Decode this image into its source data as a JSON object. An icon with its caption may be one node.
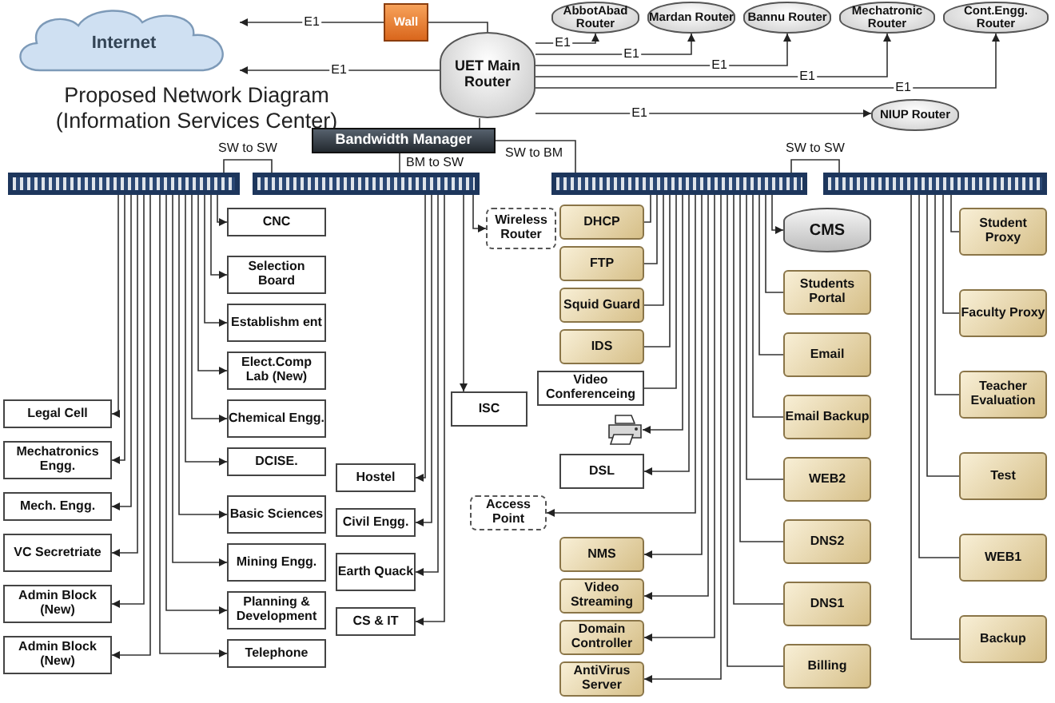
{
  "diagram": {
    "title": "Proposed Network Diagram (Information Services Center)",
    "nodes": [
      {
        "text": [
          "Internet"
        ]
      },
      {
        "text": [
          "Wall"
        ]
      },
      {
        "text": [
          "UET Main Router"
        ]
      },
      {
        "text": [
          "AbbotAbad Router"
        ]
      },
      {
        "text": [
          "Mardan Router"
        ]
      },
      {
        "text": [
          "Bannu Router"
        ]
      },
      {
        "text": [
          "Mechatronic Router"
        ]
      },
      {
        "text": [
          "Cont.Engg. Router"
        ]
      },
      {
        "text": [
          "NIUP Router"
        ]
      },
      {
        "text": [
          "Bandwidth Manager"
        ]
      },
      {
        "text": [],
        "shape": "box"
      },
      {
        "text": [],
        "shape": "box"
      },
      {
        "text": [],
        "shape": "box"
      },
      {
        "text": [],
        "shape": "box"
      },
      {
        "text": [
          "CNC"
        ]
      },
      {
        "text": [
          "Selection Board"
        ]
      },
      {
        "text": [
          "Establishm ent"
        ]
      },
      {
        "text": [
          "Elect.Comp Lab (New)"
        ]
      },
      {
        "text": [
          "Chemical Engg."
        ]
      },
      {
        "text": [
          "DCISE."
        ]
      },
      {
        "text": [
          "Basic Sciences"
        ]
      },
      {
        "text": [
          "Mining Engg."
        ]
      },
      {
        "text": [
          "Planning & Development"
        ]
      },
      {
        "text": [
          "Telephone"
        ]
      },
      {
        "text": [
          "Legal Cell"
        ]
      },
      {
        "text": [
          "Mechatronics Engg."
        ]
      },
      {
        "text": [
          "Mech. Engg."
        ]
      },
      {
        "text": [
          "VC Secretriate"
        ]
      },
      {
        "text": [
          "Admin Block (New)"
        ]
      },
      {
        "text": [
          "Admin Block (New)"
        ]
      },
      {
        "text": [
          "Hostel"
        ]
      },
      {
        "text": [
          "Civil Engg."
        ]
      },
      {
        "text": [
          "Earth Quack"
        ]
      },
      {
        "text": [
          "CS & IT"
        ]
      },
      {
        "text": [
          "ISC"
        ]
      },
      {
        "text": [
          "Wireless Router"
        ]
      },
      {
        "text": [
          "Access Point"
        ]
      },
      {
        "text": [
          "DHCP"
        ]
      },
      {
        "text": [
          "FTP"
        ]
      },
      {
        "text": [
          "Squid Guard"
        ]
      },
      {
        "text": [
          "IDS"
        ]
      },
      {
        "text": [
          "Video Conferenceing"
        ]
      },
      {
        "text": [],
        "shape": "picture"
      },
      {
        "text": [
          "DSL"
        ]
      },
      {
        "text": [
          "NMS"
        ]
      },
      {
        "text": [
          "Video Streaming"
        ]
      },
      {
        "text": [
          "Domain Controller"
        ]
      },
      {
        "text": [
          "AntiVirus Server"
        ]
      },
      {
        "text": [
          "CMS"
        ]
      },
      {
        "text": [
          "Students Portal"
        ]
      },
      {
        "text": [
          "Email"
        ]
      },
      {
        "text": [
          "Email Backup"
        ]
      },
      {
        "text": [
          "WEB2"
        ]
      },
      {
        "text": [
          "DNS2"
        ]
      },
      {
        "text": [
          "DNS1"
        ]
      },
      {
        "text": [
          "Billing"
        ]
      },
      {
        "text": [
          "Student Proxy"
        ]
      },
      {
        "text": [
          "Faculty Proxy"
        ]
      },
      {
        "text": [
          "Teacher Evaluation"
        ]
      },
      {
        "text": [
          "Test"
        ]
      },
      {
        "text": [
          "WEB1"
        ]
      },
      {
        "text": [
          "Backup"
        ]
      }
    ],
    "edges": [
      {
        "from": 1,
        "to": 0,
        "arrow": "to",
        "label": "E1"
      },
      {
        "from": 2,
        "to": 0,
        "arrow": "to",
        "label": "E1"
      },
      {
        "from": 1,
        "to": 2,
        "arrow": "none"
      },
      {
        "from": 2,
        "to": 3,
        "arrow": "to",
        "label": "E1"
      },
      {
        "from": 2,
        "to": 4,
        "arrow": "to",
        "label": "E1"
      },
      {
        "from": 2,
        "to": 5,
        "arrow": "to",
        "label": "E1"
      },
      {
        "from": 2,
        "to": 6,
        "arrow": "to",
        "label": "E1"
      },
      {
        "from": 2,
        "to": 7,
        "arrow": "to",
        "label": "E1"
      },
      {
        "from": 2,
        "to": 8,
        "arrow": "to",
        "label": "E1"
      },
      {
        "from": 2,
        "to": 9,
        "arrow": "none"
      },
      {
        "from": 9,
        "to": 11,
        "arrow": "none",
        "label": "BM to SW"
      },
      {
        "from": 9,
        "to": 12,
        "arrow": "none",
        "label": "SW to BM"
      },
      {
        "from": 10,
        "to": 11,
        "arrow": "none",
        "label": "SW to SW"
      },
      {
        "from": 12,
        "to": 13,
        "arrow": "none",
        "label": "SW to SW"
      },
      {
        "from": 10,
        "to": 14,
        "arrow": "to"
      },
      {
        "from": 10,
        "to": 15,
        "arrow": "to"
      },
      {
        "from": 10,
        "to": 16,
        "arrow": "to"
      },
      {
        "from": 10,
        "to": 17,
        "arrow": "to"
      },
      {
        "from": 10,
        "to": 18,
        "arrow": "to"
      },
      {
        "from": 10,
        "to": 19,
        "arrow": "to"
      },
      {
        "from": 10,
        "to": 20,
        "arrow": "to"
      },
      {
        "from": 10,
        "to": 21,
        "arrow": "to"
      },
      {
        "from": 10,
        "to": 22,
        "arrow": "to"
      },
      {
        "from": 10,
        "to": 23,
        "arrow": "to"
      },
      {
        "from": 10,
        "to": 24,
        "arrow": "to"
      },
      {
        "from": 10,
        "to": 25,
        "arrow": "to"
      },
      {
        "from": 10,
        "to": 26,
        "arrow": "to"
      },
      {
        "from": 10,
        "to": 27,
        "arrow": "to"
      },
      {
        "from": 10,
        "to": 28,
        "arrow": "to"
      },
      {
        "from": 10,
        "to": 29,
        "arrow": "to"
      },
      {
        "from": 11,
        "to": 30,
        "arrow": "to"
      },
      {
        "from": 11,
        "to": 31,
        "arrow": "to"
      },
      {
        "from": 11,
        "to": 32,
        "arrow": "to"
      },
      {
        "from": 11,
        "to": 33,
        "arrow": "to"
      },
      {
        "from": 11,
        "to": 34,
        "arrow": "to"
      },
      {
        "from": 11,
        "to": 35,
        "arrow": "to"
      },
      {
        "from": 12,
        "to": 36,
        "arrow": "to"
      },
      {
        "from": 12,
        "to": 37,
        "arrow": "none"
      },
      {
        "from": 12,
        "to": 38,
        "arrow": "none"
      },
      {
        "from": 12,
        "to": 39,
        "arrow": "none"
      },
      {
        "from": 12,
        "to": 40,
        "arrow": "none"
      },
      {
        "from": 12,
        "to": 41,
        "arrow": "none"
      },
      {
        "from": 12,
        "to": 42,
        "arrow": "to"
      },
      {
        "from": 12,
        "to": 43,
        "arrow": "to"
      },
      {
        "from": 12,
        "to": 44,
        "arrow": "to"
      },
      {
        "from": 12,
        "to": 45,
        "arrow": "to"
      },
      {
        "from": 12,
        "to": 46,
        "arrow": "to"
      },
      {
        "from": 12,
        "to": 47,
        "arrow": "to"
      },
      {
        "from": 12,
        "to": 48,
        "arrow": "to"
      },
      {
        "from": 12,
        "to": 49,
        "arrow": "none"
      },
      {
        "from": 12,
        "to": 50,
        "arrow": "none"
      },
      {
        "from": 12,
        "to": 51,
        "arrow": "none"
      },
      {
        "from": 12,
        "to": 52,
        "arrow": "none"
      },
      {
        "from": 12,
        "to": 53,
        "arrow": "none"
      },
      {
        "from": 12,
        "to": 54,
        "arrow": "none"
      },
      {
        "from": 12,
        "to": 55,
        "arrow": "none"
      },
      {
        "from": 13,
        "to": 56,
        "arrow": "none"
      },
      {
        "from": 13,
        "to": 57,
        "arrow": "none"
      },
      {
        "from": 13,
        "to": 58,
        "arrow": "none"
      },
      {
        "from": 13,
        "to": 59,
        "arrow": "none"
      },
      {
        "from": 13,
        "to": 60,
        "arrow": "none"
      },
      {
        "from": 13,
        "to": 61,
        "arrow": "none"
      }
    ]
  }
}
